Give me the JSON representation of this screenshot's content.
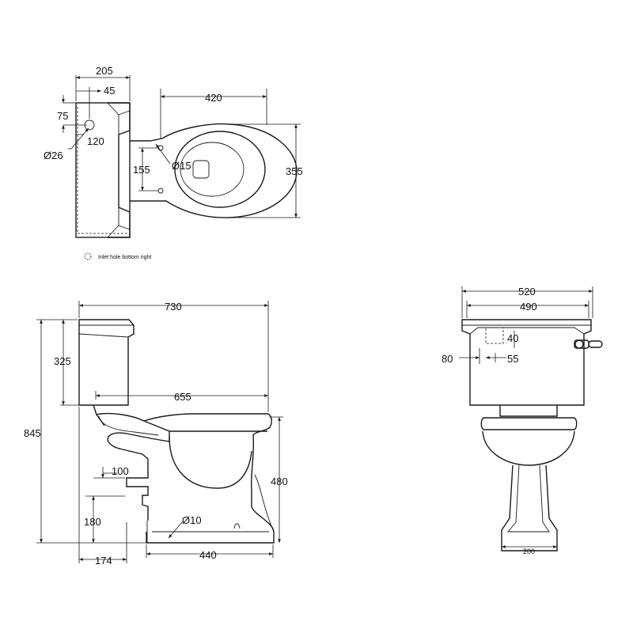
{
  "top_view": {
    "dims": {
      "d205": "205",
      "d45": "45",
      "d75": "75",
      "d120": "120",
      "d26": "Ø26",
      "d420": "420",
      "d355": "355",
      "d155": "155",
      "d15": "Ø15"
    },
    "note": "Inlet hole bottom right"
  },
  "side_view": {
    "dims": {
      "d730": "730",
      "d325": "325",
      "d655": "655",
      "d845": "845",
      "d100": "100",
      "d180": "180",
      "d480": "480",
      "d10": "Ø10",
      "d174": "174",
      "d440": "440"
    }
  },
  "front_view": {
    "dims": {
      "d520": "520",
      "d490": "490",
      "d40": "40",
      "d80": "80",
      "d55": "55",
      "d200": "200"
    }
  }
}
